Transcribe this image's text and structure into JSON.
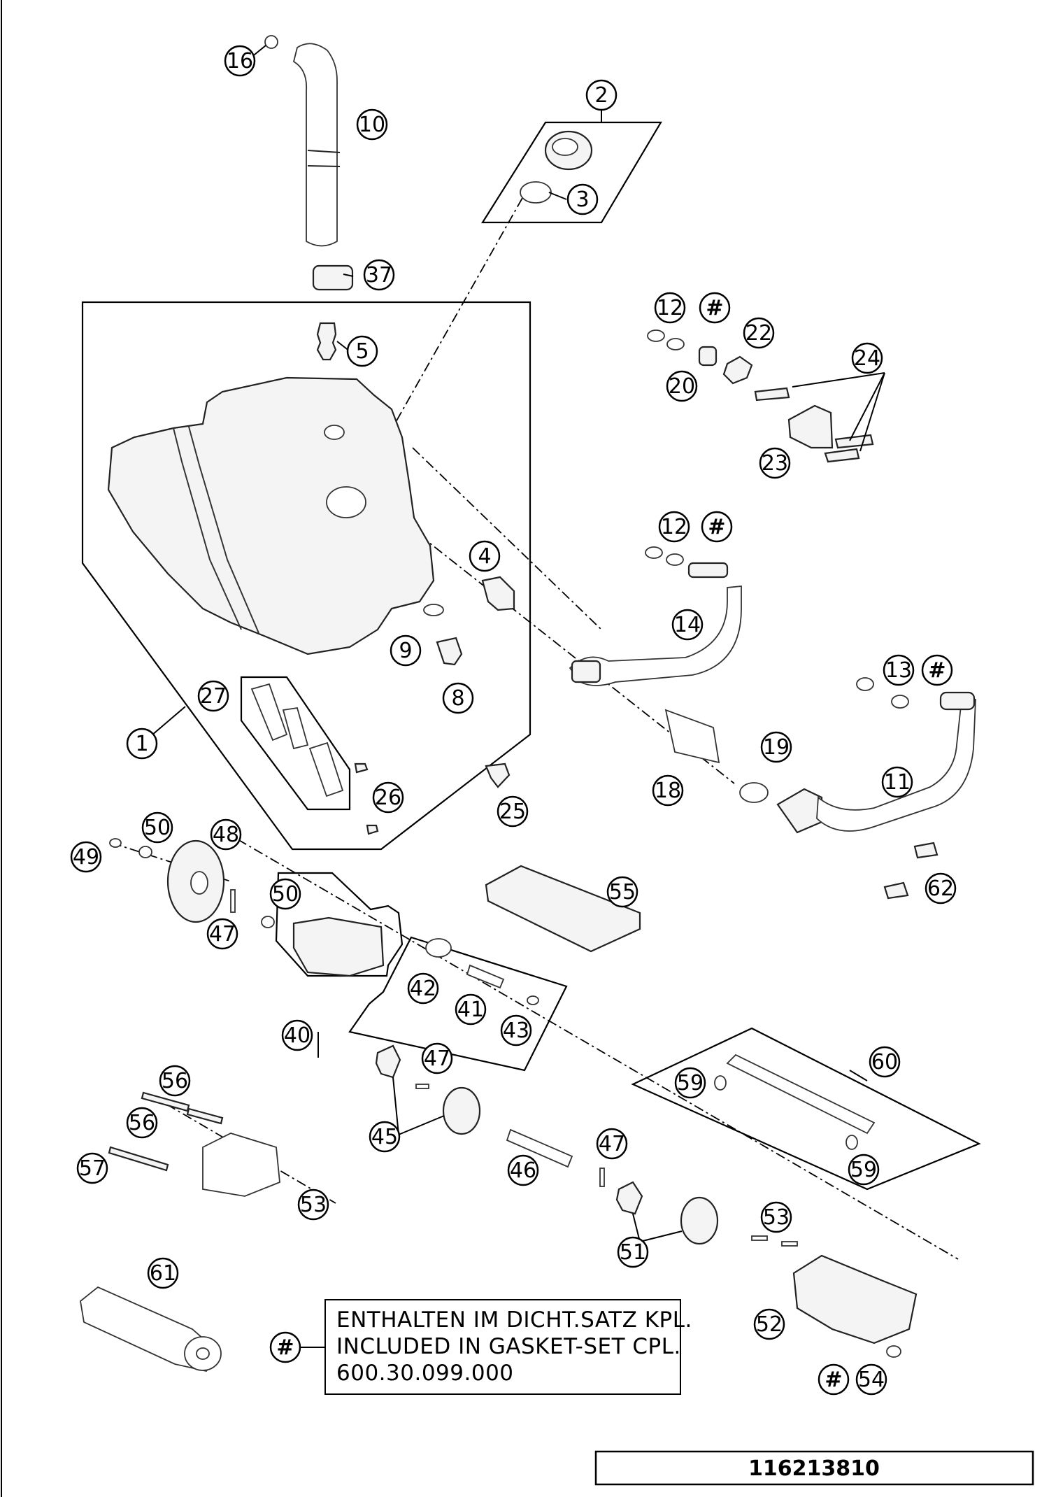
{
  "callouts": {
    "c1": "1",
    "c2": "2",
    "c3": "3",
    "c4": "4",
    "c5": "5",
    "c8": "8",
    "c9": "9",
    "c10": "10",
    "c11": "11",
    "c12a": "12",
    "c12b": "12",
    "c13": "13",
    "c14": "14",
    "c16": "16",
    "c18": "18",
    "c19": "19",
    "c20": "20",
    "c22": "22",
    "c23": "23",
    "c24": "24",
    "c25": "25",
    "c26": "26",
    "c27": "27",
    "c37": "37",
    "c40": "40",
    "c41": "41",
    "c42": "42",
    "c43": "43",
    "c45": "45",
    "c46": "46",
    "c47a": "47",
    "c47b": "47",
    "c47c": "47",
    "c48": "48",
    "c49": "49",
    "c50a": "50",
    "c50b": "50",
    "c51": "51",
    "c52": "52",
    "c53a": "53",
    "c53b": "53",
    "c54": "54",
    "c55": "55",
    "c56a": "56",
    "c56b": "56",
    "c57": "57",
    "c59a": "59",
    "c59b": "59",
    "c60": "60",
    "c61": "61",
    "c62": "62"
  },
  "gasket_symbol": "#",
  "note": {
    "line1": "ENTHALTEN IM DICHT.SATZ KPL.",
    "line2": "INCLUDED IN GASKET-SET CPL.",
    "line3": "600.30.099.000"
  },
  "drawing_number": "116213810"
}
